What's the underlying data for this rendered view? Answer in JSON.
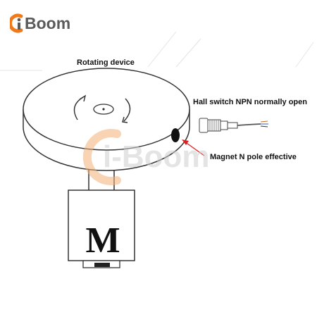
{
  "brand": {
    "text": "i-Boom",
    "logo_mark": "i-",
    "wordmark": "Boom",
    "accent_color": "#f07a1a",
    "text_color": "#5a5a5a"
  },
  "watermark": {
    "text": "i-Boom"
  },
  "labels": {
    "rotating_device": "Rotating device",
    "hall_switch": "Hall switch NPN normally open",
    "magnet": "Magnet N pole effective"
  },
  "motor": {
    "letter": "M"
  },
  "colors": {
    "arrow": "#e02020",
    "line": "#555555"
  }
}
